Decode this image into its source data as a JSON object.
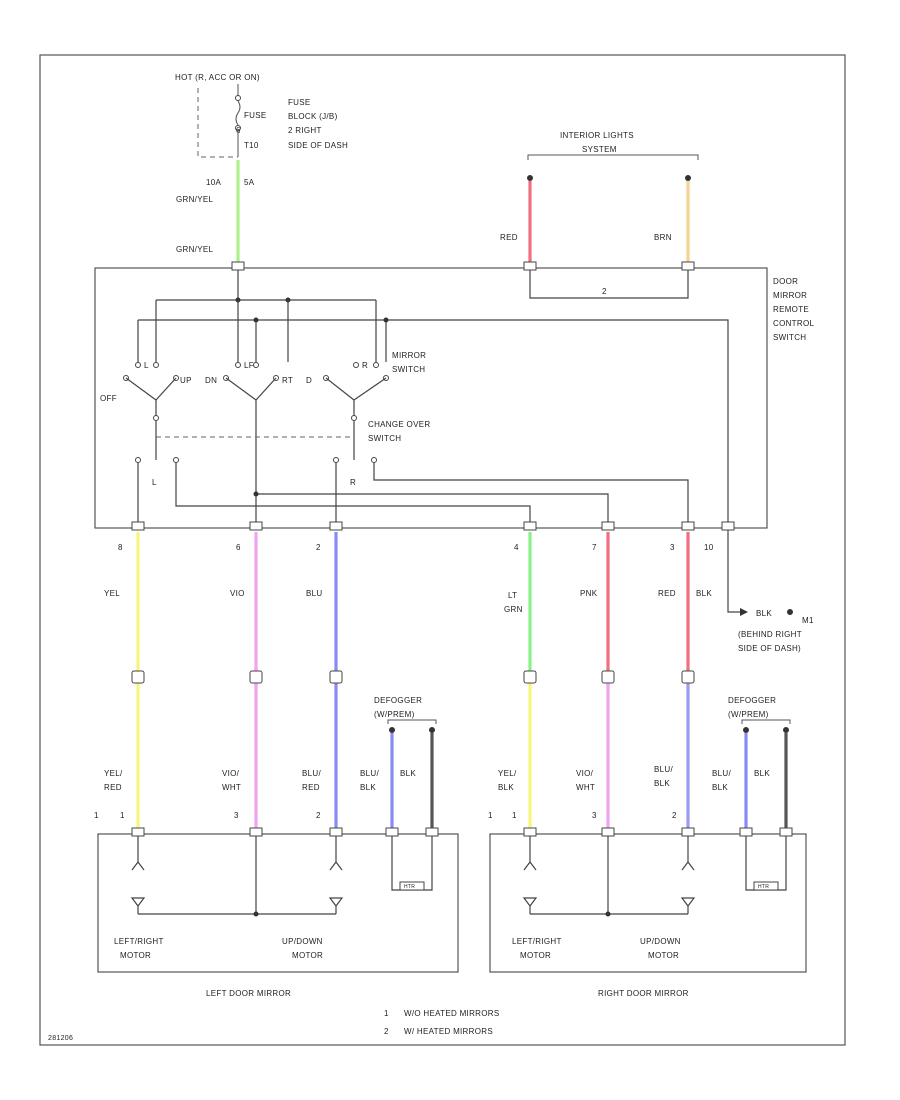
{
  "colors": {
    "grn_yel": "#aef08a",
    "red": "#f07080",
    "brn": "#f0d490",
    "yel": "#f5f580",
    "vio": "#f5a0f0",
    "blu": "#8a8af5",
    "lt_grn": "#8af08a",
    "pnk": "#f07080",
    "red_blk": "#f07080",
    "yel_blk": "#f5f580",
    "vio_wht": "#f5a0f0",
    "blu_blk": "#9a9af0",
    "blk": "#555555",
    "blu_blk_def": "#8a8af5"
  },
  "fuse": {
    "hot": "HOT (R, ACC OR ON)",
    "fuse_label": "FUSE",
    "block_line1": "FUSE",
    "block_line2": "BLOCK (J/B)",
    "block_line3": "2 RIGHT",
    "block_line4": "SIDE OF DASH",
    "num_6": "6",
    "t10": "T10",
    "amp": "10A",
    "amp2": "5A"
  },
  "wires": {
    "grn_yel": "GRN/YEL",
    "grn_yel_2": "GRN/YEL",
    "red": "RED",
    "brn": "BRN",
    "yel": "YEL",
    "vio": "VIO",
    "blu": "BLU",
    "lt_grn_1": "LT",
    "lt_grn_2": "GRN",
    "pnk": "PNK",
    "red_blk": "RED",
    "blk": "BLK",
    "yel_red_1": "YEL/",
    "yel_red_2": "RED",
    "vio_wht_1": "VIO/",
    "vio_wht_2": "WHT",
    "blu_red_1": "BLU/",
    "blu_red_2": "RED",
    "blu_blk_1": "BLU/",
    "blu_blk_2": "BLK",
    "blk_l": "BLK",
    "yel_blk_1": "YEL/",
    "yel_blk_2": "BLK",
    "vio_wht_r1": "VIO/",
    "vio_wht_r2": "WHT",
    "blu_blk_r1": "BLU/",
    "blu_blk_r2": "BLK",
    "blu_blk_rd1": "BLU/",
    "blu_blk_rd2": "BLK",
    "blk_r": "BLK"
  },
  "interior_lights": {
    "line1": "INTERIOR LIGHTS",
    "line2": "SYSTEM"
  },
  "switch": {
    "title_1": "DOOR",
    "title_2": "MIRROR",
    "title_3": "REMOTE",
    "title_4": "CONTROL",
    "title_5": "SWITCH",
    "mirror_1": "MIRROR",
    "mirror_2": "SWITCH",
    "change_1": "CHANGE OVER",
    "change_2": "SWITCH",
    "off": "OFF",
    "l": "L",
    "r": "R",
    "up": "UP",
    "dn": "DN",
    "lf": "LF",
    "rt": "RT",
    "d": "D",
    "off2": "OFF",
    "jumper": "2"
  },
  "pins": {
    "p8": "8",
    "p6": "6",
    "p2": "2",
    "p4": "4",
    "p7": "7",
    "p3": "3",
    "p10": "10"
  },
  "ground": {
    "label": "BLK",
    "g_1": "M1",
    "g_2": "(BEHIND RIGHT",
    "g_3": "SIDE OF DASH)"
  },
  "defogger": {
    "left_1": "DEFOGGER",
    "left_2": "(W/PREM)",
    "right_1": "DEFOGGER",
    "right_2": "(W/PREM)",
    "heat": "HTR"
  },
  "mirrors": {
    "left_title": "LEFT DOOR MIRROR",
    "right_title": "RIGHT DOOR MIRROR",
    "lr_motor_1": "LEFT/RIGHT",
    "lr_motor_2": "MOTOR",
    "ud_motor_1": "UP/DOWN",
    "ud_motor_2": "MOTOR",
    "r_lr_motor_1": "LEFT/RIGHT",
    "r_lr_motor_2": "MOTOR",
    "r_ud_motor_1": "UP/DOWN",
    "r_ud_motor_2": "MOTOR",
    "pin1": "1",
    "pin3": "3",
    "pin2": "2"
  },
  "notes": {
    "n1_num": "1",
    "n1_text": "W/O HEATED MIRRORS",
    "n2_num": "2",
    "n2_text": "W/ HEATED MIRRORS",
    "footer_id": "281206"
  }
}
